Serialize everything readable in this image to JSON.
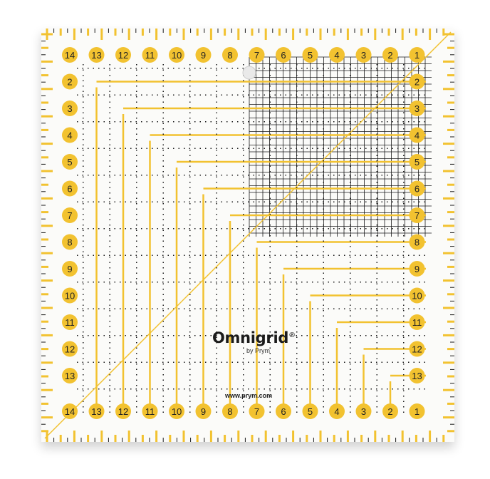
{
  "product": {
    "brand": "Omnigrid",
    "registered_mark": "®",
    "byline": "by Prym",
    "url": "www.prym.com"
  },
  "scale": {
    "top_row_numbers": [
      "14",
      "13",
      "12",
      "11",
      "10",
      "9",
      "8",
      "7",
      "6",
      "5",
      "4",
      "3",
      "2",
      "1"
    ],
    "bottom_row_numbers": [
      "14",
      "13",
      "12",
      "11",
      "10",
      "9",
      "8",
      "7",
      "6",
      "5",
      "4",
      "3",
      "2",
      "1"
    ],
    "left_column_numbers": [
      "2",
      "3",
      "4",
      "5",
      "6",
      "7",
      "8",
      "9",
      "10",
      "11",
      "12",
      "13"
    ],
    "right_column_numbers": [
      "2",
      "3",
      "4",
      "5",
      "6",
      "7",
      "8",
      "9",
      "10",
      "11",
      "12",
      "13"
    ]
  },
  "colors": {
    "accent_yellow": "#f2c230",
    "grid_black": "#1a1a1a",
    "background": "#fbfbf9"
  }
}
